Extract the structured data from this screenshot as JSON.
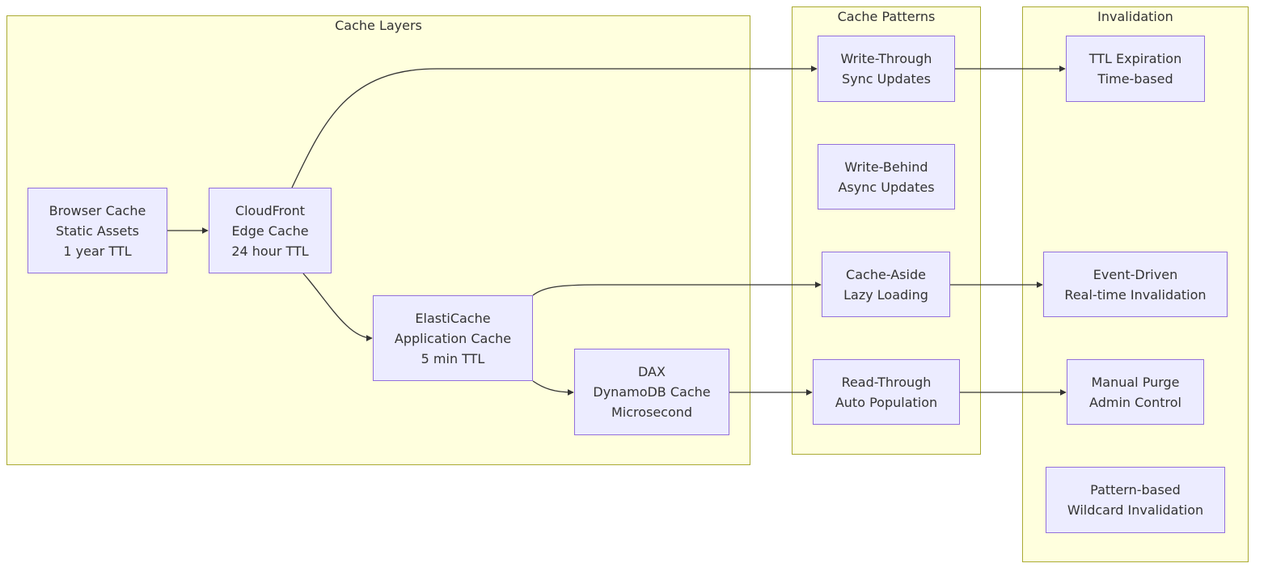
{
  "clusters": {
    "cache_layers": {
      "title": "Cache Layers"
    },
    "cache_patterns": {
      "title": "Cache Patterns"
    },
    "invalidation": {
      "title": "Invalidation"
    }
  },
  "nodes": {
    "browser_cache": [
      "Browser Cache",
      "Static Assets",
      "1 year TTL"
    ],
    "cloudfront": [
      "CloudFront",
      "Edge Cache",
      "24 hour TTL"
    ],
    "elasticache": [
      "ElastiCache",
      "Application Cache",
      "5 min TTL"
    ],
    "dax": [
      "DAX",
      "DynamoDB Cache",
      "Microsecond"
    ],
    "write_through": [
      "Write-Through",
      "Sync Updates"
    ],
    "write_behind": [
      "Write-Behind",
      "Async Updates"
    ],
    "cache_aside": [
      "Cache-Aside",
      "Lazy Loading"
    ],
    "read_through": [
      "Read-Through",
      "Auto Population"
    ],
    "ttl_expiration": [
      "TTL Expiration",
      "Time-based"
    ],
    "event_driven": [
      "Event-Driven",
      "Real-time Invalidation"
    ],
    "manual_purge": [
      "Manual Purge",
      "Admin Control"
    ],
    "pattern_based": [
      "Pattern-based",
      "Wildcard Invalidation"
    ]
  },
  "edges": [
    {
      "from": "browser_cache",
      "to": "cloudfront"
    },
    {
      "from": "cloudfront",
      "to": "elasticache"
    },
    {
      "from": "cloudfront",
      "to": "write_through"
    },
    {
      "from": "elasticache",
      "to": "dax"
    },
    {
      "from": "elasticache",
      "to": "cache_aside"
    },
    {
      "from": "dax",
      "to": "read_through"
    },
    {
      "from": "write_through",
      "to": "ttl_expiration"
    },
    {
      "from": "cache_aside",
      "to": "event_driven"
    },
    {
      "from": "read_through",
      "to": "manual_purge"
    }
  ],
  "colors": {
    "cluster_fill": "#ffffde",
    "cluster_stroke": "#aaaa33",
    "node_fill": "#ececff",
    "node_stroke": "#9370db",
    "edge": "#333333",
    "text": "#333333"
  }
}
